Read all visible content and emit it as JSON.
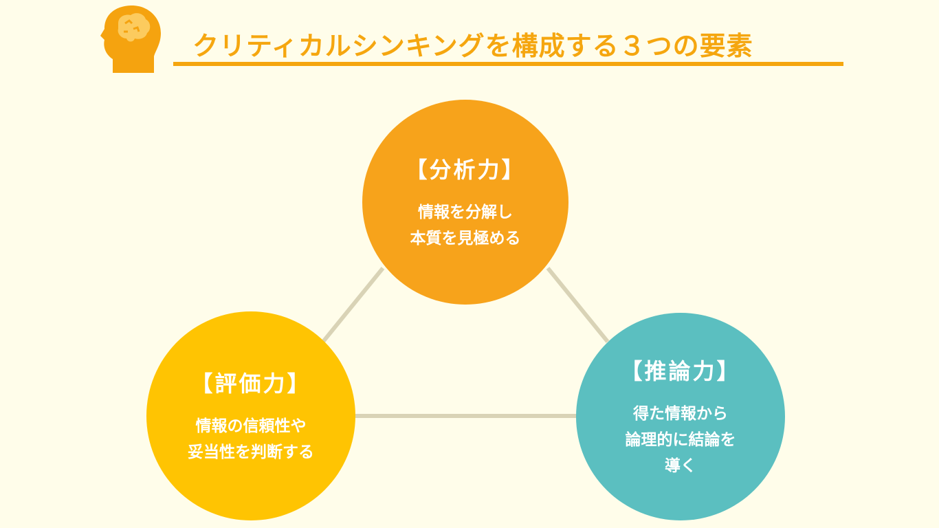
{
  "header": {
    "title": "クリティカルシンキングを構成する３つの要素",
    "icon": "brain-head-icon"
  },
  "colors": {
    "background": "#FFFDEA",
    "accent": "#F5A60F",
    "analysis": "#F7A31B",
    "evaluation": "#FFC402",
    "inference": "#5BBFC0",
    "connector": "#D9D3B6"
  },
  "elements": [
    {
      "title": "【分析力】",
      "lines": [
        "情報を分解し",
        "本質を見極める"
      ]
    },
    {
      "title": "【評価力】",
      "lines": [
        "情報の信頼性や",
        "妥当性を判断する"
      ]
    },
    {
      "title": "【推論力】",
      "lines": [
        "得た情報から",
        "論理的に結論を",
        "導く"
      ]
    }
  ]
}
